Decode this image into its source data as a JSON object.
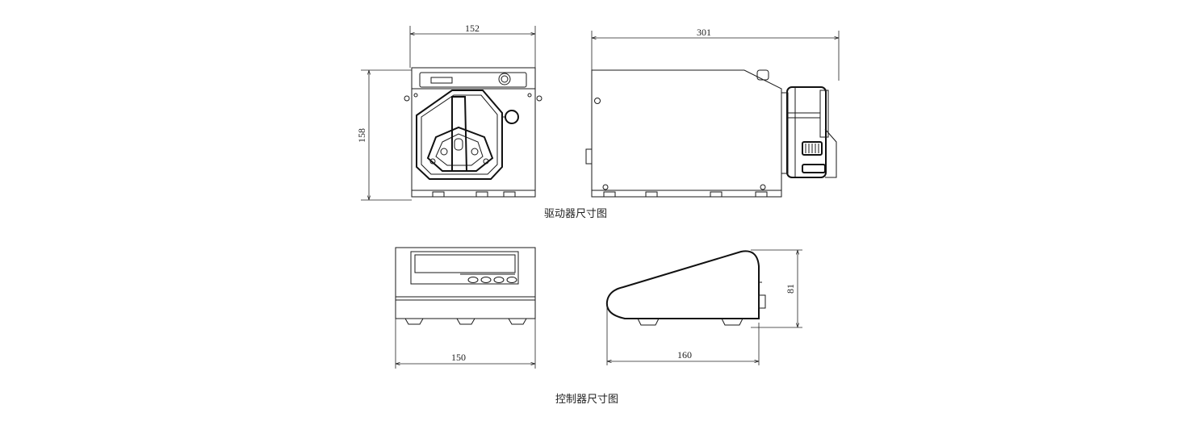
{
  "captions": {
    "driver": "驱动器尺寸图",
    "controller": "控制器尺寸图"
  },
  "dimensions": {
    "driver_width": "152",
    "driver_length": "301",
    "driver_height": "158",
    "controller_width": "150",
    "controller_depth": "160",
    "controller_height": "81"
  }
}
